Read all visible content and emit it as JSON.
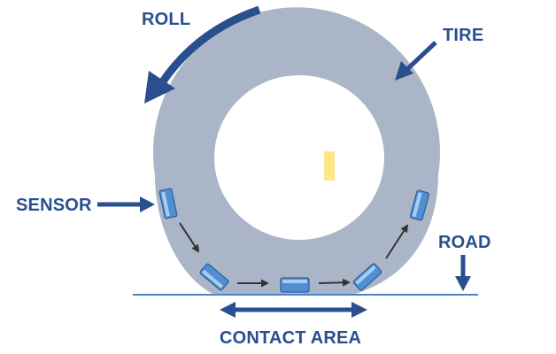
{
  "labels": {
    "roll": "ROLL",
    "tire": "TIRE",
    "sensor": "SENSOR",
    "road": "ROAD",
    "contact_area": "CONTACT AREA"
  },
  "colors": {
    "tire": "#aab5c7",
    "inner": "#ffffff",
    "label": "#284f8f",
    "arrow": "#2a4f8e",
    "road": "#4a86c6",
    "sensor_fill": "#4f8fd2",
    "sensor_light": "#a9cdf0",
    "sensor_edge": "#2d5f9e",
    "small_arrow": "#333333",
    "marker": "#fde78a"
  },
  "icons": {
    "sensor": "tire-pressure-sensor-icon"
  }
}
